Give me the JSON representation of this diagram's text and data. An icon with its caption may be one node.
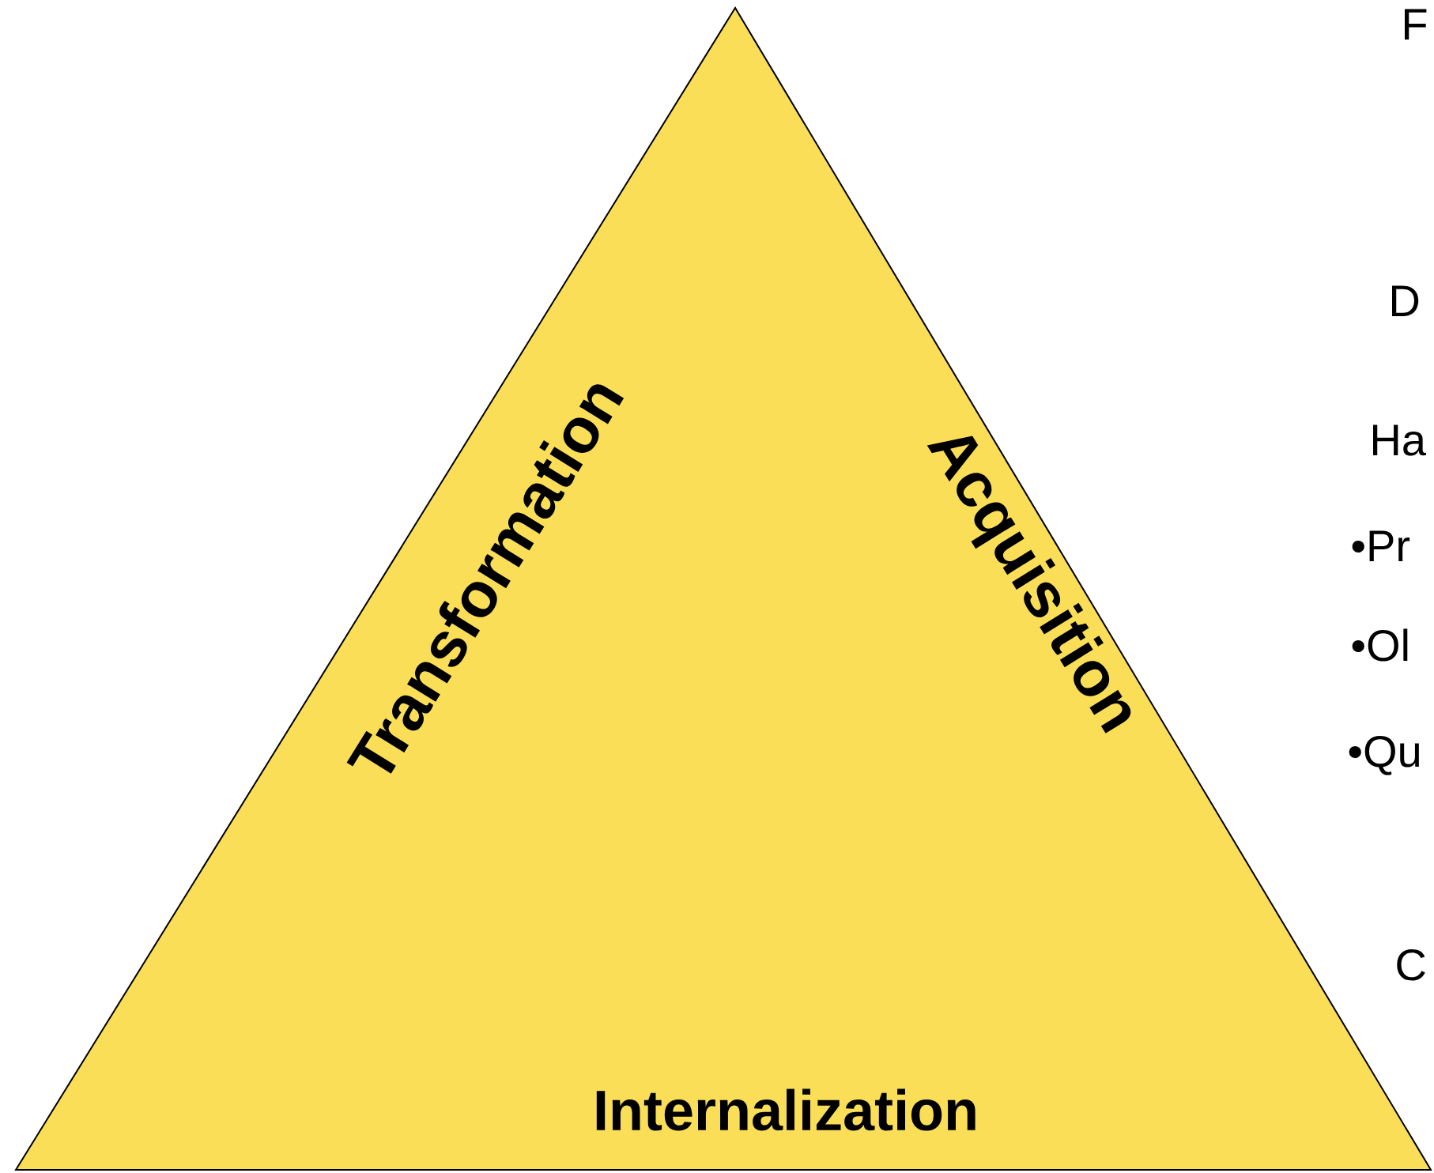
{
  "diagram": {
    "nodes": [
      {
        "text": [
          "Transformation",
          "Acquisition",
          "Internalization"
        ]
      }
    ],
    "labels": [
      "F",
      "D",
      "Ha",
      "•Pr",
      "•Ol",
      "•Qu",
      "C"
    ]
  }
}
